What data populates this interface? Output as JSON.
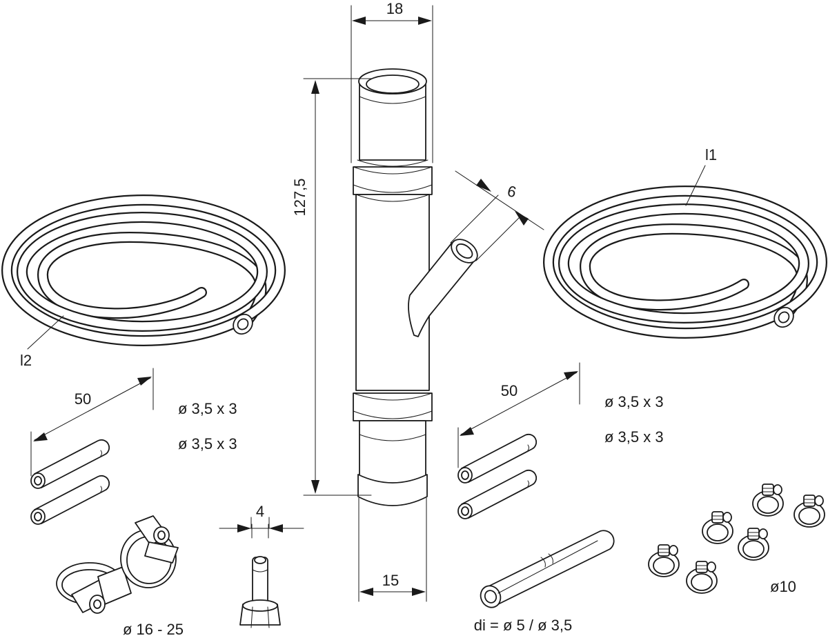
{
  "labels": {
    "dim_outer_top": "18",
    "dim_length": "127,5",
    "dim_branch": "6",
    "dim_outer_bottom": "15",
    "dim_nozzle": "4",
    "hose_left": "l2",
    "hose_right": "l1",
    "tube_length_left": "50",
    "tube_length_right": "50",
    "tube_spec_left_1": "ø 3,5 x 3",
    "tube_spec_left_2": "ø 3,5 x 3",
    "tube_spec_right_1": "ø 3,5 x 3",
    "tube_spec_right_2": "ø 3,5 x 3",
    "clamp_large": "ø 16 - 25",
    "clamp_small": "ø10",
    "connector_tube": "di = ø 5 / ø 3,5"
  }
}
